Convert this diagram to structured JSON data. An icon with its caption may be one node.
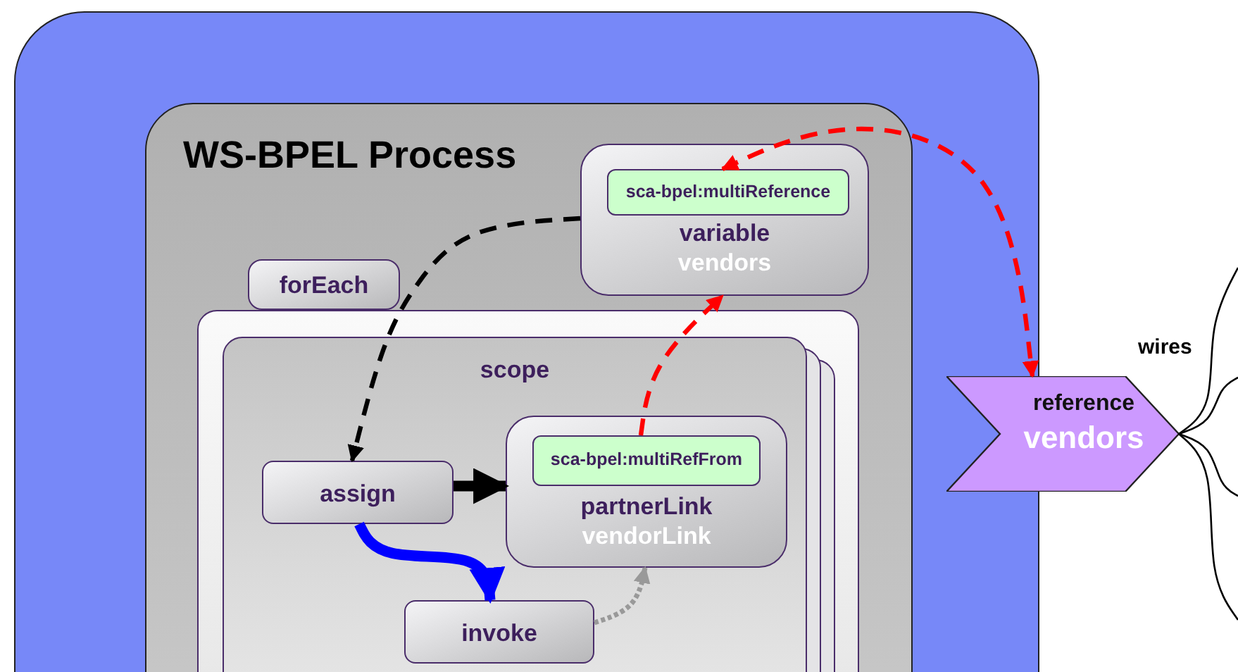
{
  "diagram": {
    "nodes": [
      {
        "text": [],
        "shape": "box"
      },
      {
        "text": [
          "WS-BPEL Process"
        ],
        "in": 0
      },
      {
        "text": [
          "variable",
          "vendors"
        ],
        "in": 1
      },
      {
        "text": [
          "sca-bpel:multiReference"
        ],
        "in": 2
      },
      {
        "text": [
          "forEach"
        ],
        "in": 1
      },
      {
        "text": [],
        "shape": "box",
        "in": 1
      },
      {
        "text": [
          "scope"
        ],
        "in": 5
      },
      {
        "text": [
          "assign"
        ],
        "in": 6
      },
      {
        "text": [
          "partnerLink",
          "vendorLink"
        ],
        "in": 6
      },
      {
        "text": [
          "sca-bpel:multiRefFrom"
        ],
        "in": 8
      },
      {
        "text": [
          "invoke"
        ],
        "in": 6
      },
      {
        "text": [
          "reference",
          "vendors"
        ]
      }
    ],
    "edges": [
      {
        "from": 2,
        "to": 7,
        "arrow": "to",
        "style": "dashed"
      },
      {
        "from": 7,
        "to": 8,
        "arrow": "to",
        "style": "thick"
      },
      {
        "from": 7,
        "to": 10,
        "arrow": "to",
        "style": "thick",
        "color": "#0000ff"
      },
      {
        "from": 10,
        "to": 8,
        "arrow": "to",
        "style": "dashed",
        "color": "#999999"
      },
      {
        "from": 9,
        "to": 2,
        "arrow": "to",
        "style": "dashed",
        "color": "#ff0000"
      },
      {
        "from": 3,
        "to": 11,
        "arrow": "both",
        "style": "dashed",
        "color": "#ff0000"
      },
      {
        "from": 11,
        "to": null,
        "arrow": "none"
      },
      {
        "from": 11,
        "to": null,
        "arrow": "none"
      },
      {
        "from": 11,
        "to": null,
        "arrow": "none"
      },
      {
        "from": 11,
        "to": null,
        "arrow": "none"
      }
    ],
    "labels": [
      "wires"
    ]
  }
}
